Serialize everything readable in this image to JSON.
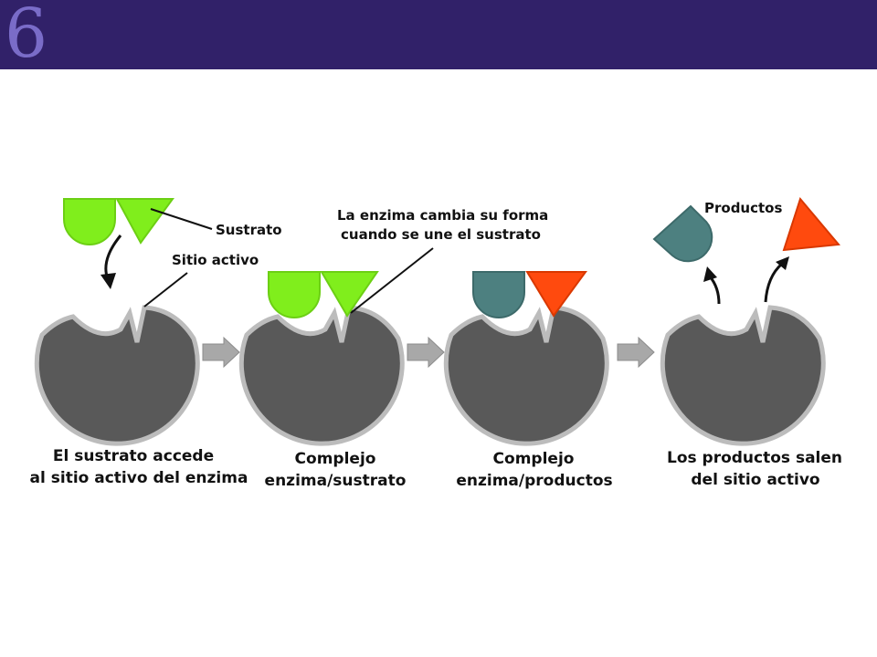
{
  "slide": {
    "number": "6",
    "colors": {
      "header": "#312169",
      "number": "#7a6cc8"
    }
  },
  "diagram": {
    "colors": {
      "enzyme": "#595959",
      "enzyme_outline": "#bcbcbc",
      "substrate": "#80ee1c",
      "product_round": "#4d8080",
      "product_triangle": "#ff4a0e",
      "arrow": "#a8a8a8"
    },
    "callouts": {
      "sustrato": "Sustrato",
      "sitio_activo": "Sitio activo",
      "cambio_forma_line1": "La enzima cambia su forma",
      "cambio_forma_line2": "cuando se une el sustrato",
      "productos": "Productos"
    },
    "stages": [
      {
        "line1": "El sustrato accede",
        "line2": "al sitio activo del enzima"
      },
      {
        "line1": "Complejo",
        "line2": "enzima/sustrato"
      },
      {
        "line1": "Complejo",
        "line2": "enzima/productos"
      },
      {
        "line1": "Los productos salen",
        "line2": "del sitio activo"
      }
    ]
  }
}
